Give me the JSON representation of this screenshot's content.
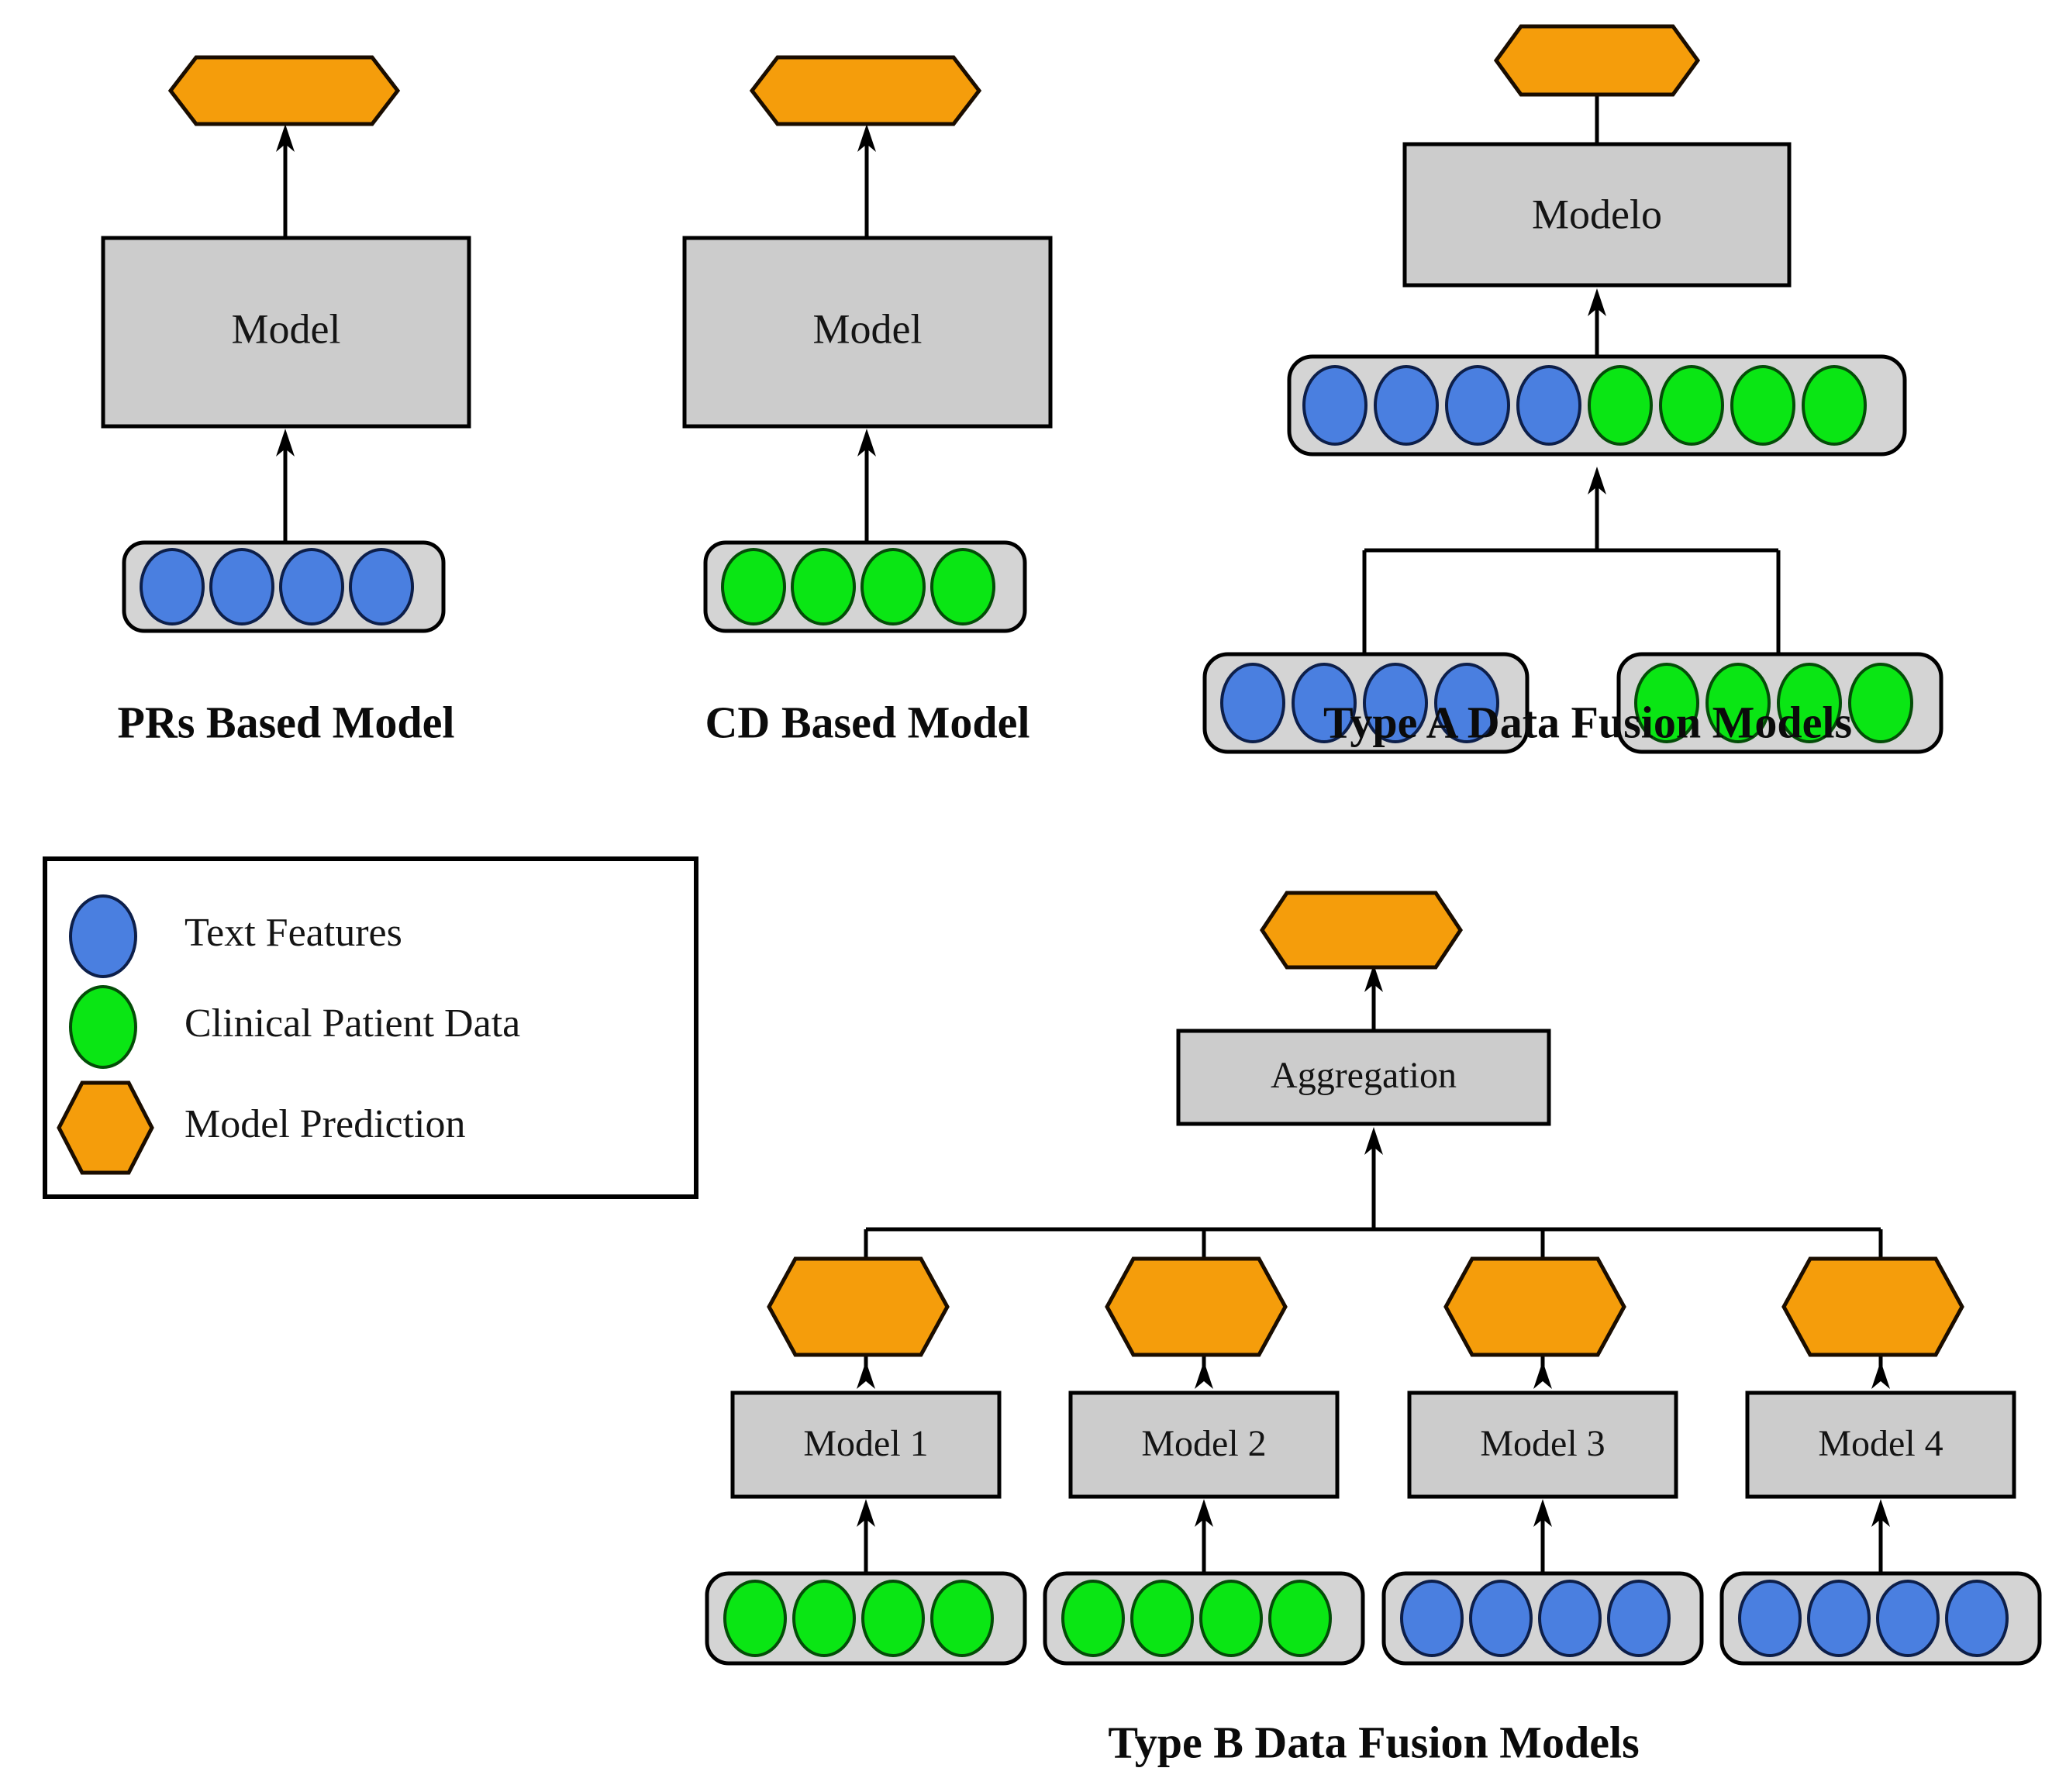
{
  "figure": {
    "title": "Model architecture comparison diagram",
    "background_color": "#ffffff"
  },
  "colors": {
    "text_features": "#4a7fe0",
    "clinical_patient_data": "#0ae614",
    "model_prediction": "#f59d0b",
    "model_box": "#cccccc",
    "feature_bar": "#d4d4d4",
    "stroke": "#000000"
  },
  "panels": [
    {
      "id": "prs-based-model",
      "caption": "PRs Based Model",
      "model_label": "Model",
      "prediction": "model-prediction-hexagon",
      "inputs": [
        {
          "id": "text-features-bar",
          "dot_type": "text_features",
          "dot_count": 4
        }
      ]
    },
    {
      "id": "cd-based-model",
      "caption": "CD Based Model",
      "model_label": "Model",
      "prediction": "model-prediction-hexagon",
      "inputs": [
        {
          "id": "clinical-data-bar",
          "dot_type": "clinical_patient_data",
          "dot_count": 4
        }
      ]
    },
    {
      "id": "type-a-data-fusion-models",
      "caption": "Type A Data Fusion Models",
      "model_label": "Modelo",
      "prediction": "model-prediction-hexagon",
      "fused_bar": {
        "id": "fused-feature-bar",
        "segments": [
          {
            "dot_type": "text_features",
            "dot_count": 4
          },
          {
            "dot_type": "clinical_patient_data",
            "dot_count": 4
          }
        ]
      },
      "inputs": [
        {
          "id": "text-features-bar",
          "dot_type": "text_features",
          "dot_count": 4
        },
        {
          "id": "clinical-data-bar",
          "dot_type": "clinical_patient_data",
          "dot_count": 4
        }
      ]
    },
    {
      "id": "type-b-data-fusion-models",
      "caption": "Type B Data Fusion Models",
      "aggregation_label": "Aggregation",
      "prediction": "model-prediction-hexagon",
      "branches": [
        {
          "model_label": "Model 1",
          "prediction": "model-prediction-hexagon",
          "dot_type": "clinical_patient_data",
          "dot_count": 4
        },
        {
          "model_label": "Model 2",
          "prediction": "model-prediction-hexagon",
          "dot_type": "clinical_patient_data",
          "dot_count": 4
        },
        {
          "model_label": "Model 3",
          "prediction": "model-prediction-hexagon",
          "dot_type": "text_features",
          "dot_count": 4
        },
        {
          "model_label": "Model 4",
          "prediction": "model-prediction-hexagon",
          "dot_type": "text_features",
          "dot_count": 4
        }
      ]
    }
  ],
  "legend": {
    "items": [
      {
        "id": "legend-text-features",
        "shape": "ellipse",
        "color": "#4a7fe0",
        "label": "Text Features"
      },
      {
        "id": "legend-clinical-patient-data",
        "shape": "ellipse",
        "color": "#0ae614",
        "label": "Clinical Patient Data"
      },
      {
        "id": "legend-model-prediction",
        "shape": "hexagon",
        "color": "#f59d0b",
        "label": "Model Prediction"
      }
    ]
  }
}
